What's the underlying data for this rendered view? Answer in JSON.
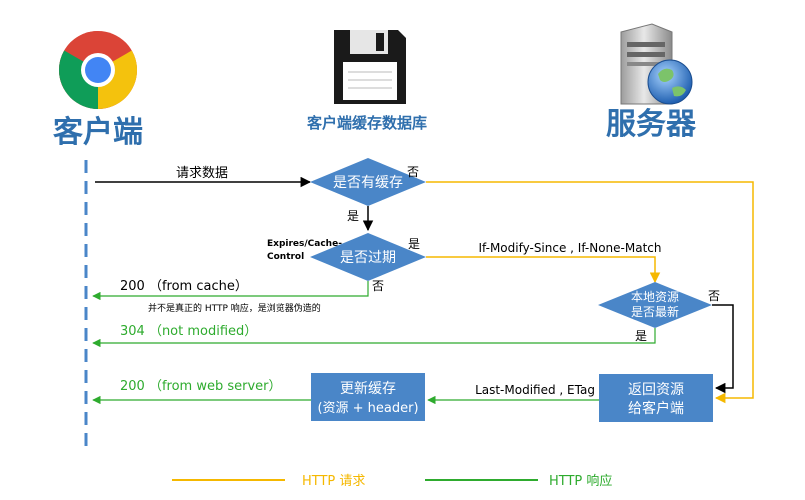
{
  "actors": {
    "client": "客户端",
    "cache_db": "客户端缓存数据库",
    "server": "服务器"
  },
  "nodes": {
    "has_cache": "是否有缓存",
    "expired": "是否过期",
    "local_latest_l1": "本地资源",
    "local_latest_l2": "是否最新",
    "return_l1": "返回资源",
    "return_l2": "给客户端",
    "update_l1": "更新缓存",
    "update_l2": "(资源 + header)"
  },
  "labels": {
    "request_data": "请求数据",
    "no_1": "否",
    "yes_1": "是",
    "yes_2": "是",
    "no_2": "否",
    "no_3": "否",
    "yes_3": "是",
    "expires_l1": "Expires/Cache-",
    "expires_l2": "Control",
    "if_modify": "If-Modify-Since , If-None-Match",
    "from_cache": "200 （from cache）",
    "fake_note": "并不是真正的 HTTP 响应，是浏览器伪造的",
    "not_modified": "304 （not modified）",
    "from_server": "200 （from web server）",
    "last_modified": "Last-Modified , ETag"
  },
  "legend": {
    "request": "HTTP 请求",
    "response": "HTTP 响应"
  },
  "colors": {
    "black": "#000000",
    "request": "#f5b800",
    "response": "#2eab2e",
    "node_fill": "#4a86c8",
    "client_text": "#2f6fad",
    "server_text": "#2f6fad",
    "lifeline": "#4a86c8"
  }
}
